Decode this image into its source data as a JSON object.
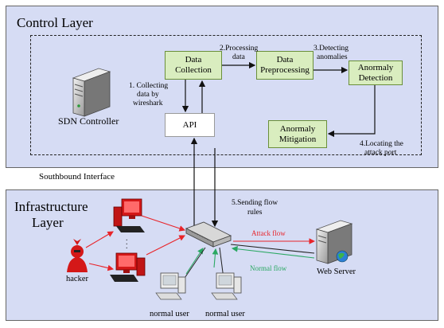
{
  "control_layer": {
    "title": "Control Layer",
    "controller_label": "SDN Controller",
    "boxes": {
      "data_collection": "Data Collection",
      "data_preprocessing": "Data Preprocessing",
      "anomaly_detection": "Anormaly Detection",
      "anomaly_mitigation": "Anormaly Mitigation",
      "api": "API"
    },
    "steps": {
      "s1a": "1.  Collecting",
      "s1b": "data by",
      "s1c": "wireshark",
      "s2a": "2.Processing",
      "s2b": "data",
      "s3a": "3.Detecting",
      "s3b": "anomalies",
      "s4a": "4.Locating the",
      "s4b": "attack port"
    }
  },
  "southbound_label": "Southbound Interface",
  "infra_layer": {
    "title_line1": "Infrastructure",
    "title_line2": "Layer",
    "step5a": "5.Sending flow",
    "step5b": "rules",
    "attack_flow": "Attack flow",
    "normal_flow": "Normal flow",
    "web_server": "Web Server",
    "hacker": "hacker",
    "normal_user_1": "normal user",
    "normal_user_2": "normal user"
  },
  "colors": {
    "layer_bg": "#d6dcf4",
    "box_fill": "#d9edbf",
    "attack": "#e8242a",
    "normal": "#2aa862"
  }
}
